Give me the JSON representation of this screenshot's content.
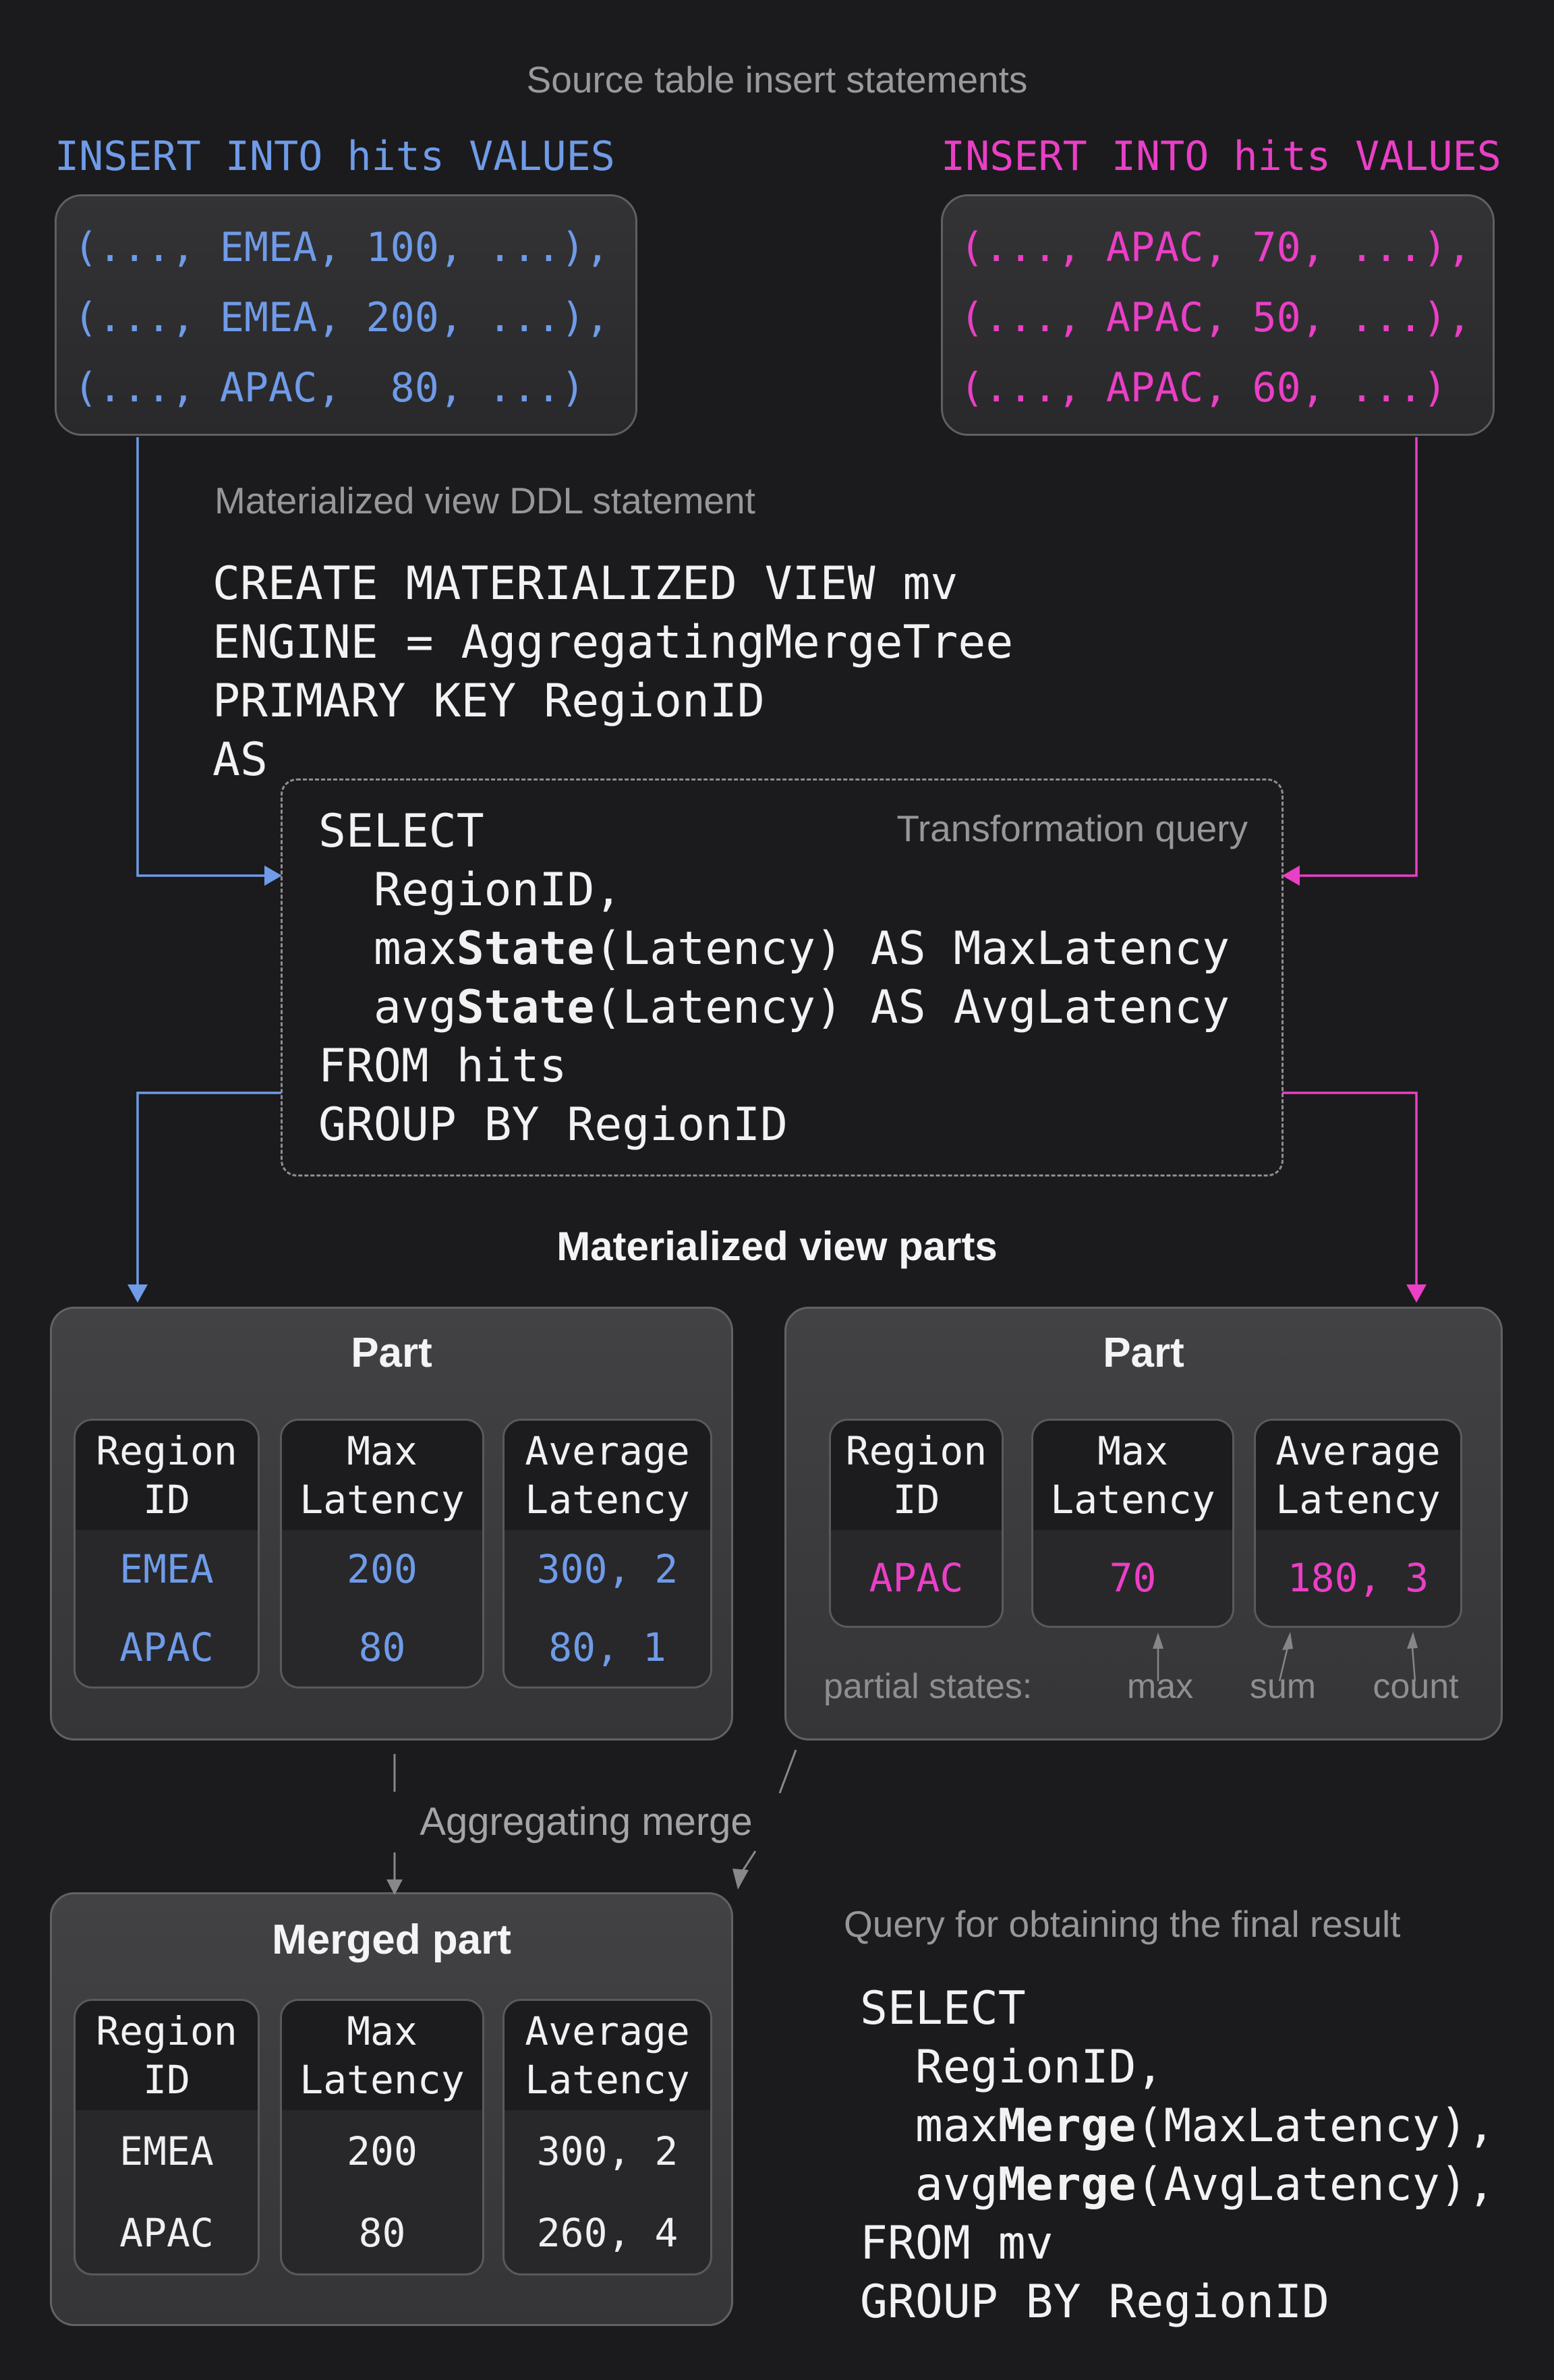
{
  "page": {
    "title": "Source table insert statements",
    "background": "#1B1B1D"
  },
  "colors": {
    "blue_accent": "#6F9BE8",
    "pink_accent": "#EA3FC6",
    "gray_label": "#97979B",
    "white_text": "#F2F2F3"
  },
  "inserts": {
    "left": {
      "heading": "INSERT INTO hits VALUES",
      "lines": [
        "(..., EMEA, 100, ...),",
        "(..., EMEA, 200, ...),",
        "(..., APAC,  80, ...)"
      ]
    },
    "right": {
      "heading": "INSERT INTO hits VALUES",
      "lines": [
        "(..., APAC, 70, ...),",
        "(..., APAC, 50, ...),",
        "(..., APAC, 60, ...)"
      ]
    }
  },
  "ddl": {
    "label": "Materialized view DDL statement",
    "lines": [
      "CREATE MATERIALIZED VIEW mv",
      "ENGINE = AggregatingMergeTree",
      "PRIMARY KEY RegionID",
      "AS"
    ]
  },
  "transform": {
    "label": "Transformation query",
    "lines": [
      [
        {
          "t": "SELECT"
        }
      ],
      [
        {
          "t": "  RegionID,"
        }
      ],
      [
        {
          "t": "  max"
        },
        {
          "t": "State",
          "b": true
        },
        {
          "t": "(Latency) AS MaxLatency"
        }
      ],
      [
        {
          "t": "  avg"
        },
        {
          "t": "State",
          "b": true
        },
        {
          "t": "(Latency) AS AvgLatency"
        }
      ],
      [
        {
          "t": "FROM hits"
        }
      ],
      [
        {
          "t": "GROUP BY RegionID"
        }
      ]
    ]
  },
  "parts_section": {
    "heading": "Materialized view parts",
    "left_part": {
      "title": "Part",
      "value_color": "blue",
      "columns": [
        {
          "header": "Region\nID",
          "values": [
            "EMEA",
            "APAC"
          ]
        },
        {
          "header": "Max\nLatency",
          "values": [
            "200",
            "80"
          ]
        },
        {
          "header": "Average\nLatency",
          "values": [
            "300, 2",
            "80, 1"
          ]
        }
      ]
    },
    "right_part": {
      "title": "Part",
      "value_color": "pink",
      "columns": [
        {
          "header": "Region\nID",
          "values": [
            "APAC"
          ]
        },
        {
          "header": "Max\nLatency",
          "values": [
            "70"
          ]
        },
        {
          "header": "Average\nLatency",
          "values": [
            "180, 3"
          ]
        }
      ],
      "annotation": {
        "label": "partial states:",
        "markers": [
          "max",
          "sum",
          "count"
        ]
      }
    }
  },
  "merge": {
    "label": "Aggregating merge"
  },
  "merged_part": {
    "title": "Merged part",
    "value_color": "white-val",
    "columns": [
      {
        "header": "Region\nID",
        "values": [
          "EMEA",
          "APAC"
        ]
      },
      {
        "header": "Max\nLatency",
        "values": [
          "200",
          "80"
        ]
      },
      {
        "header": "Average\nLatency",
        "values": [
          "300, 2",
          "260, 4"
        ]
      }
    ]
  },
  "final_query": {
    "label": "Query for obtaining the final result",
    "lines": [
      [
        {
          "t": "SELECT"
        }
      ],
      [
        {
          "t": "  RegionID,"
        }
      ],
      [
        {
          "t": "  max"
        },
        {
          "t": "Merge",
          "b": true
        },
        {
          "t": "(MaxLatency),"
        }
      ],
      [
        {
          "t": "  avg"
        },
        {
          "t": "Merge",
          "b": true
        },
        {
          "t": "(AvgLatency),"
        }
      ],
      [
        {
          "t": "FROM mv"
        }
      ],
      [
        {
          "t": "GROUP BY RegionID"
        }
      ]
    ]
  }
}
